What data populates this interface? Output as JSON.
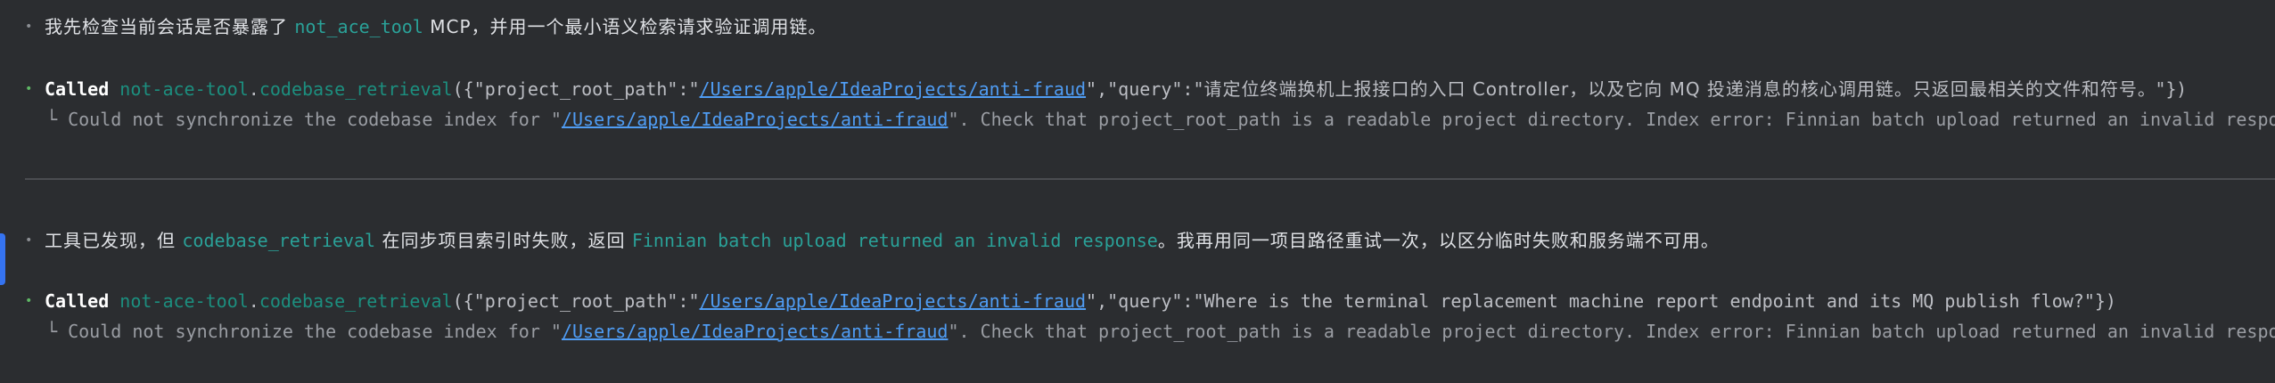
{
  "colors": {
    "background": "#2b2d30",
    "tool_name": "#1c8f7f",
    "link": "#4f9cf3",
    "bullet_called": "#5fb865",
    "marker": "#3573f0"
  },
  "messages": [
    {
      "bullet": "•",
      "parts": [
        {
          "t": "我先检查当前会话是否暴露了 ",
          "k": "cjk"
        },
        {
          "t": "not_ace_tool",
          "k": "code"
        },
        {
          "t": " MCP，并用一个最小语义检索请求验证调用链。",
          "k": "cjk"
        }
      ]
    },
    {
      "bullet": "•",
      "called": "Called",
      "tool": "not-ace-tool",
      "dot": ".",
      "fn": "codebase_retrieval",
      "args_open": "({\"project_root_path\":\"",
      "path": "/Users/apple/IdeaProjects/anti-fraud",
      "args_mid": "\",\"query\":\"",
      "query": "请定位终端换机上报接口的入口 Controller，以及它向 MQ 投递消息的核心调用链。只返回最相关的文件和符号。\"})",
      "result_prefix": "└ Could not synchronize the codebase index for \"",
      "result_path": "/Users/apple/IdeaProjects/anti-fraud",
      "result_suffix": "\". Check that project_root_path is a readable project directory. Index error: Finnian batch upload returned an invalid response"
    },
    {
      "bullet": "•",
      "parts": [
        {
          "t": "工具已发现，但 ",
          "k": "cjk"
        },
        {
          "t": "codebase_retrieval",
          "k": "code"
        },
        {
          "t": " 在同步项目索引时失败，返回 ",
          "k": "cjk"
        },
        {
          "t": "Finnian batch upload returned an invalid response",
          "k": "code"
        },
        {
          "t": "。我再用同一项目路径重试一次，以区分临时失败和服务端不可用。",
          "k": "cjk"
        }
      ]
    },
    {
      "bullet": "•",
      "called": "Called",
      "tool": "not-ace-tool",
      "dot": ".",
      "fn": "codebase_retrieval",
      "args_open": "({\"project_root_path\":\"",
      "path": "/Users/apple/IdeaProjects/anti-fraud",
      "args_mid": "\",\"query\":\"",
      "query": "Where is the terminal replacement machine report endpoint and its MQ publish flow?\"})",
      "result_prefix": "└ Could not synchronize the codebase index for \"",
      "result_path": "/Users/apple/IdeaProjects/anti-fraud",
      "result_suffix": "\". Check that project_root_path is a readable project directory. Index error: Finnian batch upload returned an invalid response"
    }
  ]
}
